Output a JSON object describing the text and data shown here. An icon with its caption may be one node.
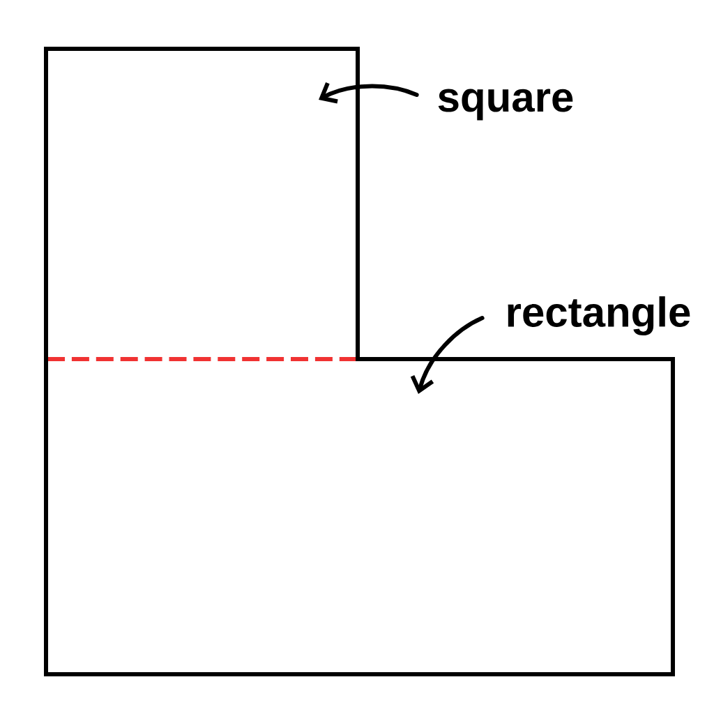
{
  "diagram": {
    "nodes": [
      {
        "text": [],
        "shape": "box"
      },
      {
        "text": [],
        "shape": "box"
      },
      {
        "text": [
          "square"
        ]
      },
      {
        "text": [
          "rectangle"
        ]
      }
    ],
    "edges": [
      {
        "from": 2,
        "to": 0,
        "arrow": "to"
      },
      {
        "from": 3,
        "to": 1,
        "arrow": "to"
      }
    ]
  }
}
